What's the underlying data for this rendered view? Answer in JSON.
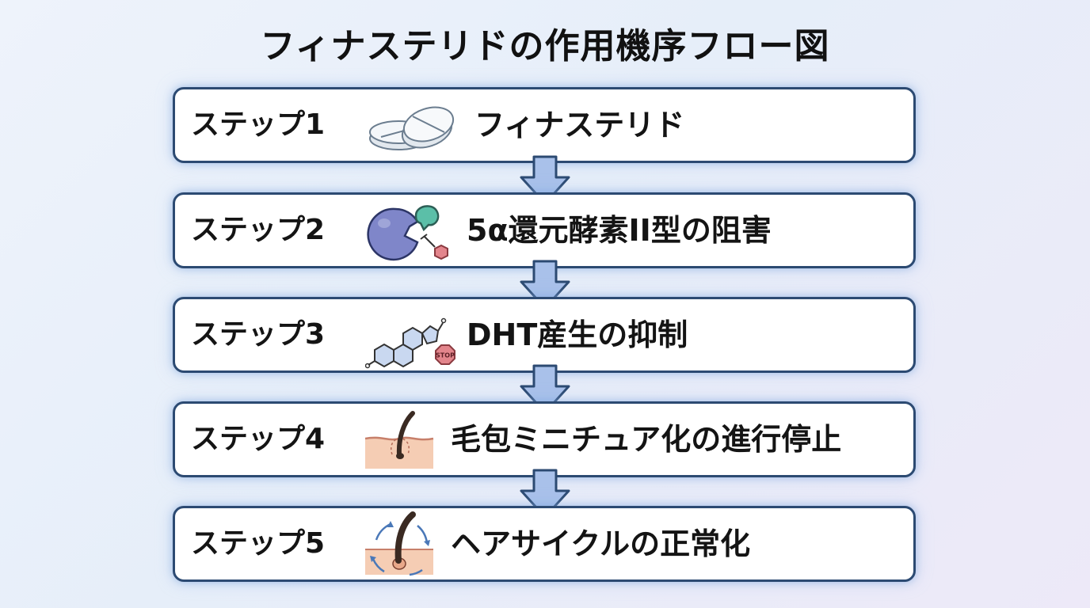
{
  "title": "フィナステリドの作用機序フロー図",
  "steps": [
    {
      "label": "ステップ1",
      "text": "フィナステリド",
      "icon": "pill-icon"
    },
    {
      "label": "ステップ2",
      "text": "5α還元酵素II型の阻害",
      "icon": "enzyme-inhibition-icon"
    },
    {
      "label": "ステップ3",
      "text": "DHT産生の抑制",
      "icon": "steroid-stop-icon",
      "stop_sign": "STOP"
    },
    {
      "label": "ステップ4",
      "text": "毛包ミニチュア化の進行停止",
      "icon": "hair-follicle-icon"
    },
    {
      "label": "ステップ5",
      "text": "ヘアサイクルの正常化",
      "icon": "hair-cycle-icon"
    }
  ],
  "colors": {
    "border": "#2c4a72",
    "arrow_fill": "#a9c1ea",
    "arrow_stroke": "#2c4a72",
    "enzyme": "#7f86c9",
    "inhibitor": "#5bbfa8",
    "stop_sign": "#e3858c",
    "skin": "#f5cdb4",
    "hair": "#3a2a22"
  }
}
